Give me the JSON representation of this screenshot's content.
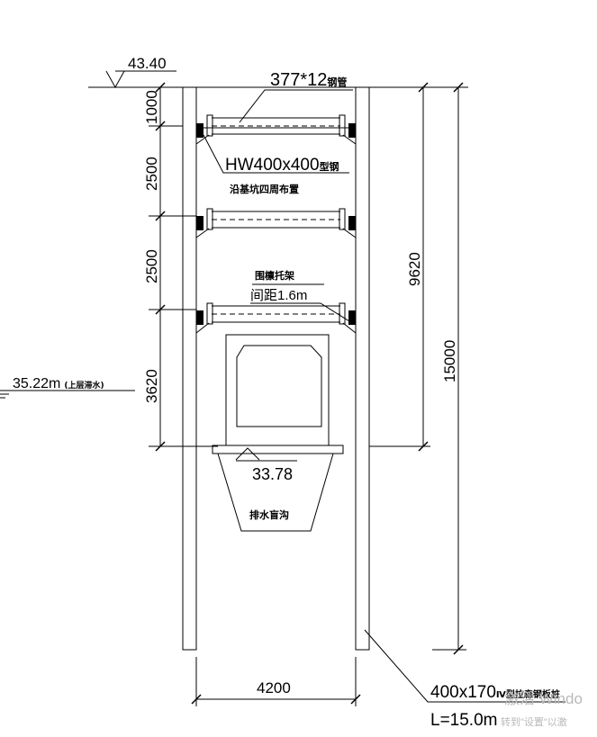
{
  "drawing": {
    "ground_level": "43.40",
    "pipe_label": "377*12",
    "pipe_label_suffix": "钢管",
    "beam_label": "HW400x400",
    "beam_label_suffix": "型钢",
    "beam_note": "沿基坑四周布置",
    "bracket_label": "围檩托架",
    "bracket_spacing": "间距1.6m",
    "water_level": "35.22m",
    "water_level_note": "(上层滞水)",
    "bottom_level": "33.78",
    "drain_label": "排水盲沟",
    "dimensions": {
      "left_chain": [
        "1000",
        "2500",
        "2500",
        "3620"
      ],
      "right_inner": "9620",
      "right_outer": "15000",
      "width": "4200"
    },
    "sheet_pile_label": "400x170",
    "sheet_pile_suffix": "Ⅳ型拉森钢板桩",
    "sheet_pile_length": "L=15.0m"
  },
  "watermark": {
    "line1": "激活 Windo",
    "line2": "转到\"设置\"以激"
  }
}
